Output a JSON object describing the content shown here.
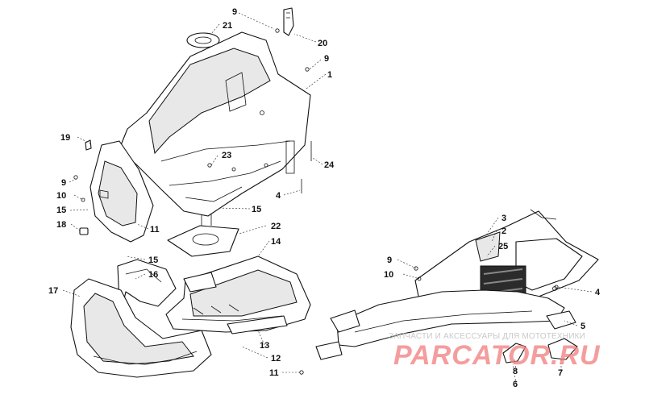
{
  "callouts": [
    {
      "id": "c9a",
      "text": "9"
    },
    {
      "id": "c21",
      "text": "21"
    },
    {
      "id": "c20",
      "text": "20"
    },
    {
      "id": "c9b",
      "text": "9"
    },
    {
      "id": "c1",
      "text": "1"
    },
    {
      "id": "c19",
      "text": "19"
    },
    {
      "id": "c23",
      "text": "23"
    },
    {
      "id": "c24",
      "text": "24"
    },
    {
      "id": "c9c",
      "text": "9"
    },
    {
      "id": "c10a",
      "text": "10"
    },
    {
      "id": "c15a",
      "text": "15"
    },
    {
      "id": "c18",
      "text": "18"
    },
    {
      "id": "c4a",
      "text": "4"
    },
    {
      "id": "c15b",
      "text": "15"
    },
    {
      "id": "c11a",
      "text": "11"
    },
    {
      "id": "c22",
      "text": "22"
    },
    {
      "id": "c14",
      "text": "14"
    },
    {
      "id": "c15c",
      "text": "15"
    },
    {
      "id": "c16",
      "text": "16"
    },
    {
      "id": "c17",
      "text": "17"
    },
    {
      "id": "c3",
      "text": "3"
    },
    {
      "id": "c2",
      "text": "2"
    },
    {
      "id": "c25",
      "text": "25"
    },
    {
      "id": "c9d",
      "text": "9"
    },
    {
      "id": "c10b",
      "text": "10"
    },
    {
      "id": "c4b",
      "text": "4"
    },
    {
      "id": "c5",
      "text": "5"
    },
    {
      "id": "c13",
      "text": "13"
    },
    {
      "id": "c12",
      "text": "12"
    },
    {
      "id": "c11b",
      "text": "11"
    },
    {
      "id": "c8",
      "text": "8"
    },
    {
      "id": "c7",
      "text": "7"
    },
    {
      "id": "c6",
      "text": "6"
    }
  ],
  "watermark": {
    "caption": "ЗАПЧАСТИ И АКСЕССУАРЫ ДЛЯ МОТОТЕХНИКИ",
    "brand": "PARCATOR.RU"
  }
}
